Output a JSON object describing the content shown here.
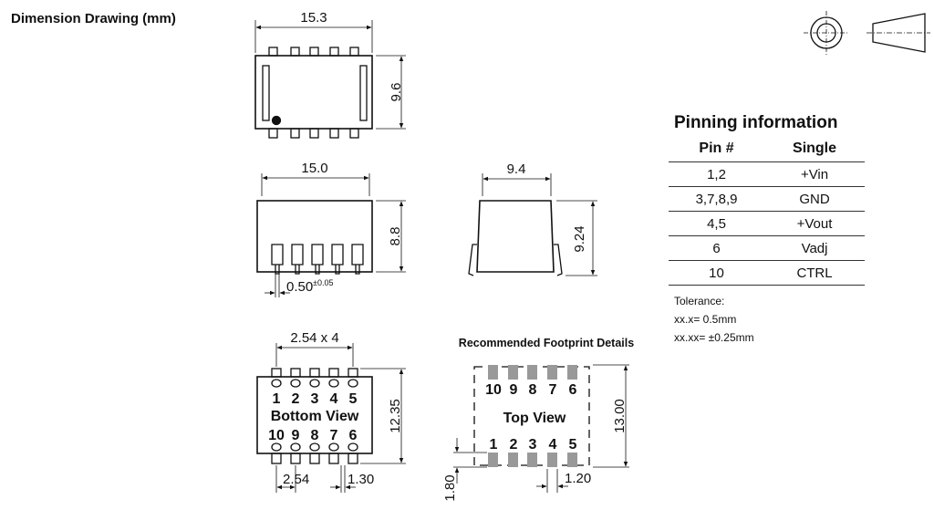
{
  "header": {
    "title": "Dimension Drawing (mm)"
  },
  "pinning": {
    "title": "Pinning information",
    "columns": [
      "Pin #",
      "Single"
    ],
    "rows": [
      {
        "pin": "1,2",
        "signal": "+Vin"
      },
      {
        "pin": "3,7,8,9",
        "signal": "GND"
      },
      {
        "pin": "4,5",
        "signal": "+Vout"
      },
      {
        "pin": "6",
        "signal": "Vadj"
      },
      {
        "pin": "10",
        "signal": "CTRL"
      }
    ]
  },
  "tolerance": {
    "title": "Tolerance:",
    "line1": "xx.x= 0.5mm",
    "line2": "xx.xx= ±0.25mm"
  },
  "top_view": {
    "width": "15.3",
    "height": "9.6"
  },
  "side_view": {
    "width": "15.0",
    "height": "8.8",
    "pin_width": "0.50",
    "pin_tol": "±0.05"
  },
  "end_view": {
    "width": "9.4",
    "height": "9.24"
  },
  "bottom_view": {
    "pitch": "2.54 x 4",
    "label": "Bottom View",
    "top_pins": [
      "1",
      "2",
      "3",
      "4",
      "5"
    ],
    "bottom_pins": [
      "10",
      "9",
      "8",
      "7",
      "6"
    ],
    "height": "12.35",
    "dim_pitch": "2.54",
    "dim_pad": "1.30"
  },
  "footprint": {
    "title": "Recommended Footprint Details",
    "label": "Top View",
    "top_pins": [
      "10",
      "9",
      "8",
      "7",
      "6"
    ],
    "bottom_pins": [
      "1",
      "2",
      "3",
      "4",
      "5"
    ],
    "height": "13.00",
    "dim_pad_len": "1.80",
    "dim_pad_w": "1.20"
  },
  "icons": [
    "projection-circle-icon",
    "projection-cone-icon"
  ]
}
